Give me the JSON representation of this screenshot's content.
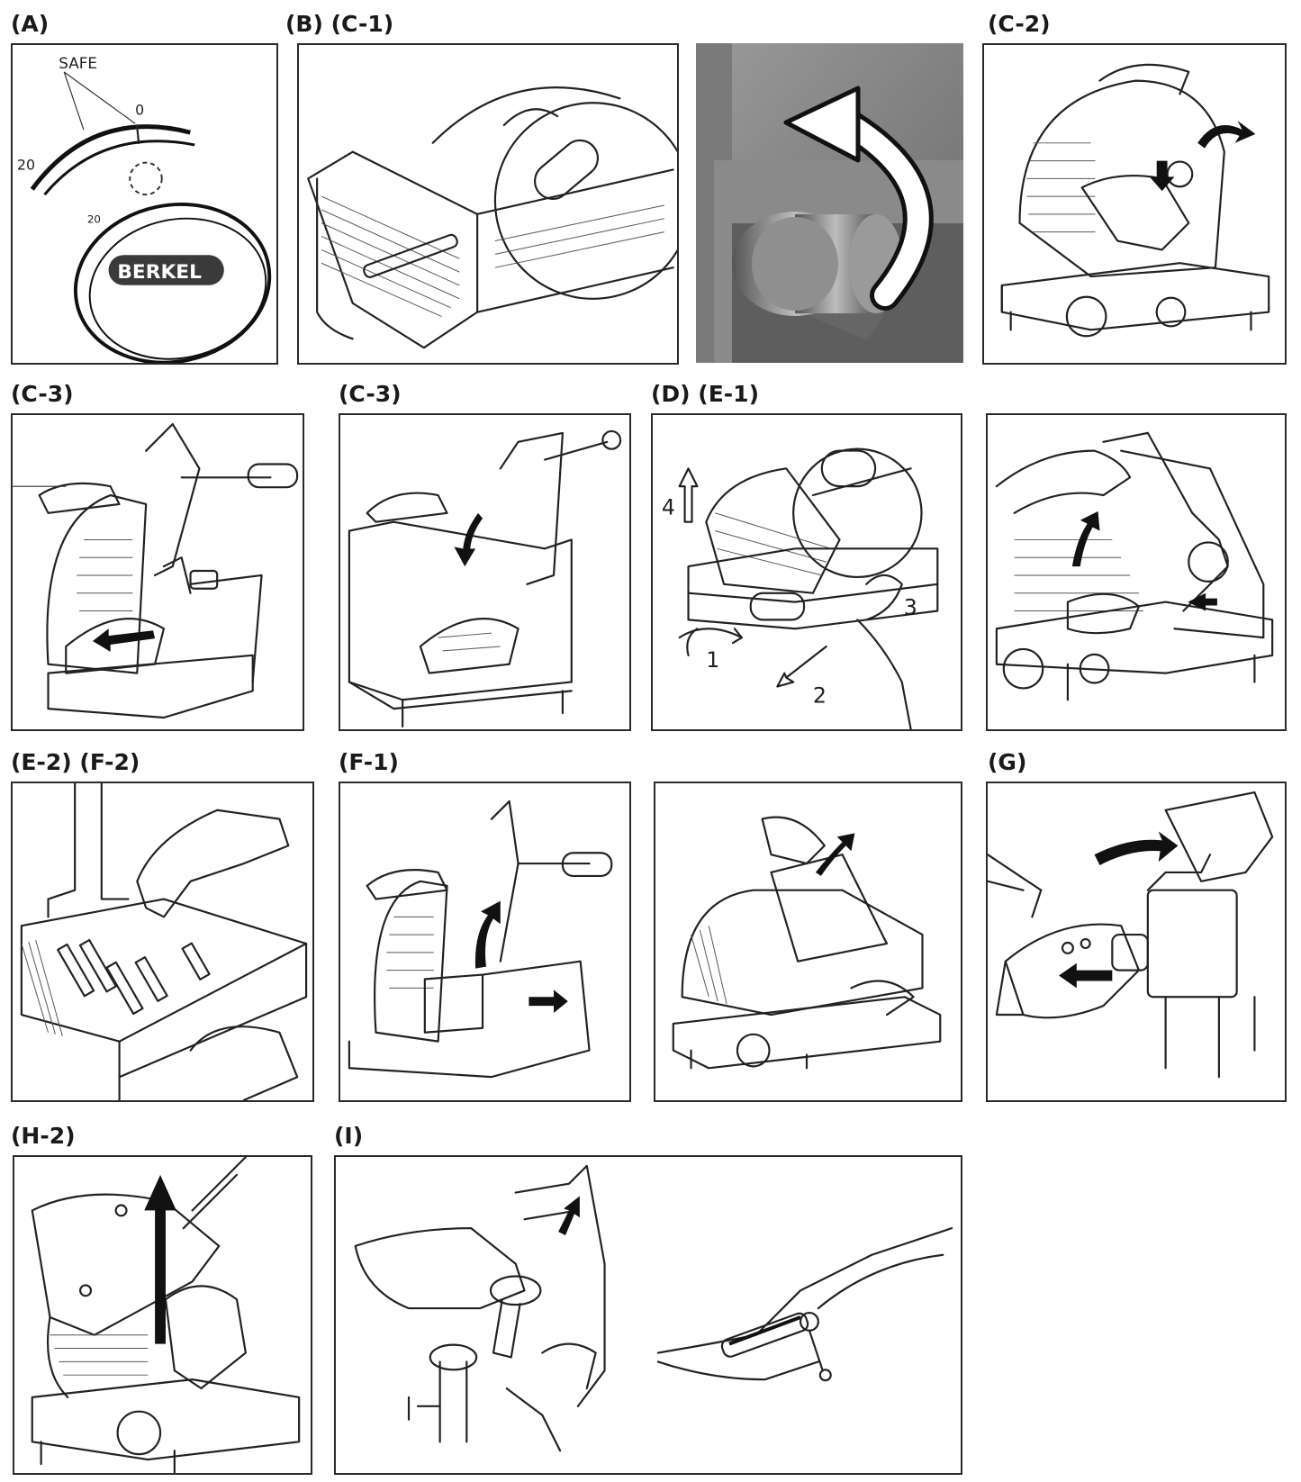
{
  "labels": {
    "a": "(A)",
    "b_c1": "(B) (C-1)",
    "c2": "(C-2)",
    "c3_left": "(C-3)",
    "c3_right": "(C-3)",
    "d_e1": "(D) (E-1)",
    "e2_f2": "(E-2) (F-2)",
    "f1": "(F-1)",
    "g": "(G)",
    "h2": "(H-2)",
    "i": "(I)"
  },
  "panel_a": {
    "safe_text": "SAFE",
    "zero_text": "0",
    "twenty_text": "20",
    "twenty_small_text": "20",
    "brand_text": "BERKEL"
  },
  "panel_d": {
    "step1": "1",
    "step2": "2",
    "step3": "3",
    "step4": "4"
  }
}
